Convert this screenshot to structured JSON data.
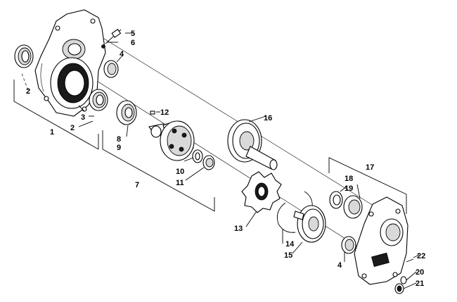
{
  "callouts": [
    {
      "id": "c1",
      "text": "1"
    },
    {
      "id": "c2a",
      "text": "2"
    },
    {
      "id": "c2b",
      "text": "2"
    },
    {
      "id": "c3",
      "text": "3"
    },
    {
      "id": "c4a",
      "text": "4"
    },
    {
      "id": "c4b",
      "text": "4"
    },
    {
      "id": "c5",
      "text": "5"
    },
    {
      "id": "c6",
      "text": "6"
    },
    {
      "id": "c7",
      "text": "7"
    },
    {
      "id": "c8",
      "text": "8"
    },
    {
      "id": "c9",
      "text": "9"
    },
    {
      "id": "c10",
      "text": "10"
    },
    {
      "id": "c11",
      "text": "11"
    },
    {
      "id": "c12",
      "text": "12"
    },
    {
      "id": "c13",
      "text": "13"
    },
    {
      "id": "c14",
      "text": "14"
    },
    {
      "id": "c15",
      "text": "15"
    },
    {
      "id": "c16",
      "text": "16"
    },
    {
      "id": "c17",
      "text": "17"
    },
    {
      "id": "c18",
      "text": "18"
    },
    {
      "id": "c19",
      "text": "19"
    },
    {
      "id": "c20",
      "text": "20"
    },
    {
      "id": "c21",
      "text": "21"
    },
    {
      "id": "c22",
      "text": "22"
    }
  ]
}
